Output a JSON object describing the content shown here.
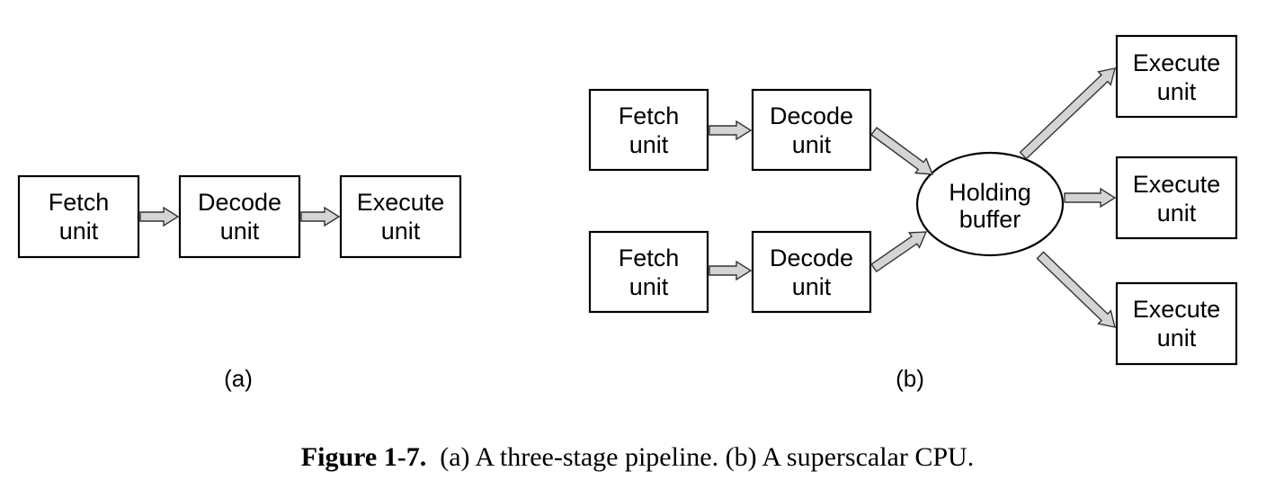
{
  "panel_a": {
    "fetch": [
      "Fetch",
      "unit"
    ],
    "decode": [
      "Decode",
      "unit"
    ],
    "execute": [
      "Execute",
      "unit"
    ],
    "label": "(a)"
  },
  "panel_b": {
    "fetch_top": [
      "Fetch",
      "unit"
    ],
    "decode_top": [
      "Decode",
      "unit"
    ],
    "fetch_bottom": [
      "Fetch",
      "unit"
    ],
    "decode_bottom": [
      "Decode",
      "unit"
    ],
    "buffer": [
      "Holding",
      "buffer"
    ],
    "execute_top": [
      "Execute",
      "unit"
    ],
    "execute_middle": [
      "Execute",
      "unit"
    ],
    "execute_bottom": [
      "Execute",
      "unit"
    ],
    "label": "(b)"
  },
  "caption": {
    "figure": "Figure 1-7.",
    "text": "(a) A three-stage pipeline. (b) A superscalar CPU."
  }
}
